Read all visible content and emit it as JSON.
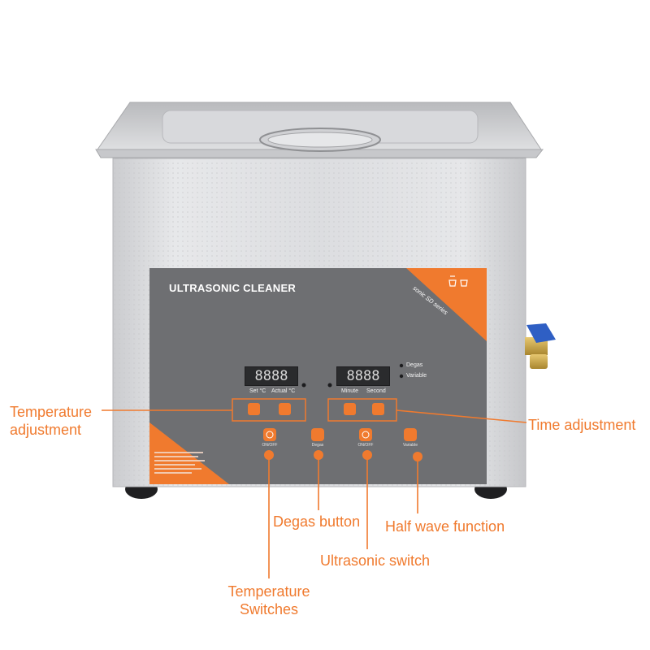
{
  "device": {
    "panel_title": "ULTRASONIC CLEANER",
    "series_text": "sonic SD series",
    "temp_display": "8888",
    "time_display": "8888",
    "set_label": "Set °C",
    "actual_label": "Actual °C",
    "minute_label": "Minute",
    "second_label": "Second",
    "degas_indicator": "Degas",
    "variable_indicator": "Variable",
    "btn_onoff_temp": "ON/OFF",
    "btn_degas": "Degas",
    "btn_onoff_ultra": "ON/OFF",
    "btn_variable": "Variable"
  },
  "callouts": {
    "temperature_adjustment": [
      "Temperature",
      "adjustment"
    ],
    "time_adjustment": "Time adjustment",
    "degas_button": "Degas button",
    "half_wave_function": "Half wave function",
    "ultrasonic_switch": "Ultrasonic switch",
    "temperature_switches": [
      "Temperature",
      "Switches"
    ]
  },
  "colors": {
    "accent_orange": "#f07a2e",
    "panel_gray": "#6e6f72",
    "steel_light": "#e2e3e5",
    "steel_mid": "#cfd0d3",
    "valve_blue": "#2f5fc4",
    "brass": "#c9a349"
  }
}
